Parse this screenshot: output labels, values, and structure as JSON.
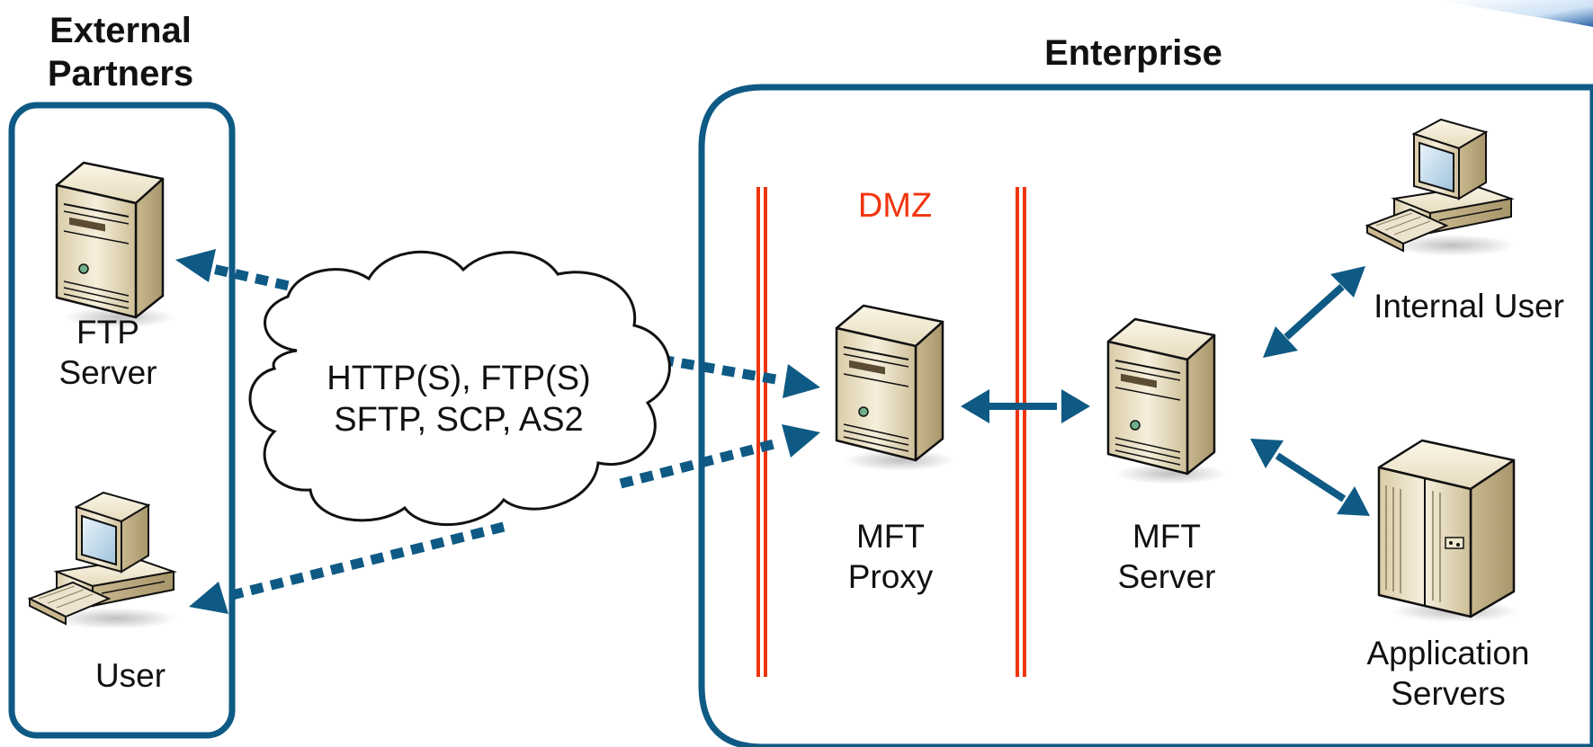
{
  "external": {
    "title_line1": "External",
    "title_line2": "Partners",
    "ftp_line1": "FTP",
    "ftp_line2": "Server",
    "user": "User"
  },
  "cloud": {
    "line1": "HTTP(S), FTP(S)",
    "line2": "SFTP, SCP, AS2"
  },
  "enterprise": {
    "title": "Enterprise",
    "dmz": "DMZ",
    "proxy_line1": "MFT",
    "proxy_line2": "Proxy",
    "server_line1": "MFT",
    "server_line2": "Server",
    "internal_user": "Internal User",
    "app_line1": "Application",
    "app_line2": "Servers"
  },
  "colors": {
    "frame": "#0e5a84",
    "arrow": "#0e5a84",
    "dmz_line": "#f0350e",
    "dmz_text": "#f0350e",
    "device_body": "#e8ddc2"
  },
  "icons": {
    "ftp_server": "tower-server-icon",
    "external_user": "desktop-computer-icon",
    "mft_proxy": "tower-server-icon",
    "mft_server": "tower-server-icon",
    "internal_user": "desktop-computer-icon",
    "application_servers": "rack-server-icon"
  }
}
